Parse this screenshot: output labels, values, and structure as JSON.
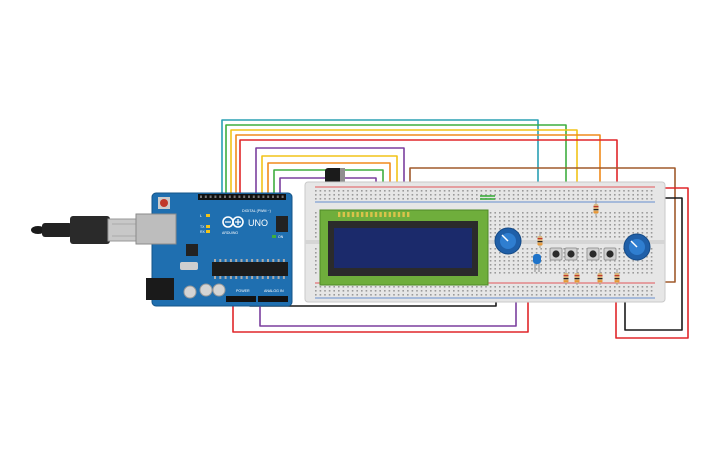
{
  "arduino": {
    "model_label": "UNO",
    "brand_label": "ARDUINO",
    "digital_label": "DIGITAL (PWM ~)",
    "power_label": "POWER",
    "analog_label": "ANALOG IN",
    "on_label": "ON",
    "tx_label": "TX",
    "rx_label": "RX",
    "l_label": "L"
  },
  "colors": {
    "board": "#1f6fb0",
    "breadboard": "#e6e6e6",
    "lcd_frame": "#6fae3c",
    "lcd_screen": "#1b2a6b",
    "pot": "#1f5fa8",
    "wire_red": "#e0262a",
    "wire_black": "#1a1a1a",
    "wire_purple": "#7b3f9e",
    "wire_orange": "#f08a1c",
    "wire_yellow": "#f2c318",
    "wire_green": "#3fae3f",
    "wire_teal": "#2aa0b4",
    "wire_brown": "#a05a2c"
  },
  "components": {
    "potentiometers": [
      "lcd-contrast",
      "input"
    ],
    "pushbuttons": 4,
    "resistors": 6,
    "capacitor": "electrolytic",
    "led": "blue"
  }
}
